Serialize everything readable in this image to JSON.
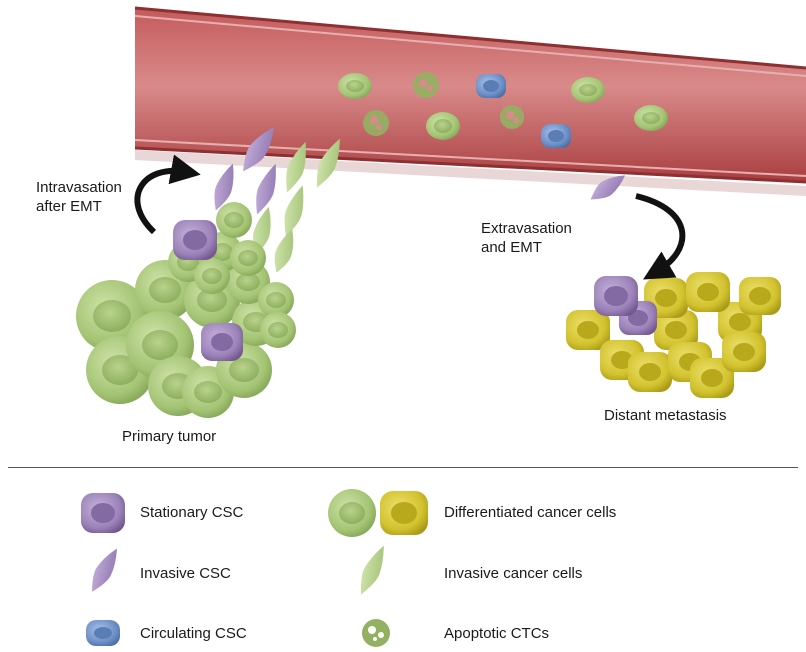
{
  "labels": {
    "intravasation_line1": "Intravasation",
    "intravasation_line2": "after EMT",
    "extravasation_line1": "Extravasation",
    "extravasation_line2": "and EMT",
    "primary_tumor": "Primary tumor",
    "distant_metastasis": "Distant metastasis"
  },
  "legend": {
    "stationary_csc": "Stationary CSC",
    "invasive_csc": "Invasive CSC",
    "circulating_csc": "Circulating CSC",
    "differentiated_cells": "Differentiated cancer cells",
    "invasive_cells": "Invasive cancer cells",
    "apoptotic_ctcs": "Apoptotic CTCs"
  },
  "colors": {
    "vessel": "#b94b4c",
    "vessel_inner": "#d98585",
    "green_cell": "#a8c77c",
    "green_nucleus": "#8fb35f",
    "yellow_cell": "#d3c434",
    "yellow_nucleus": "#b8a81c",
    "purple_cell": "#9c83b9",
    "blue_cell": "#6d8fc7",
    "arrow": "#111111"
  }
}
